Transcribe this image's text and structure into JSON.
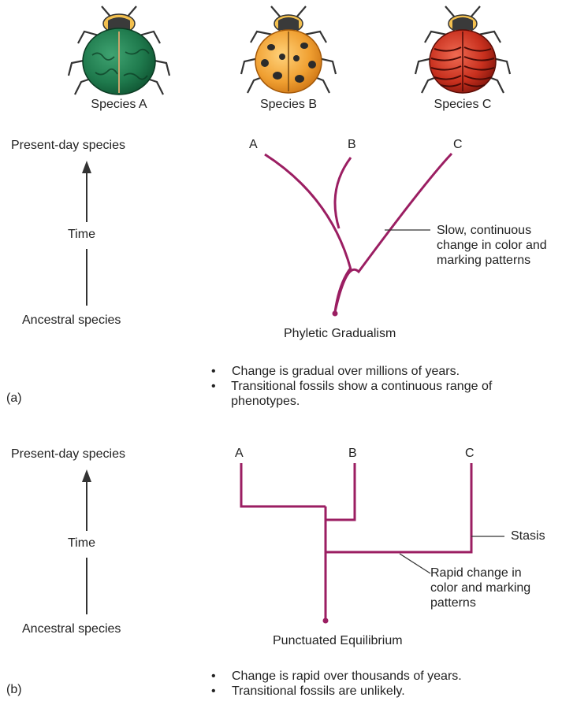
{
  "species": [
    {
      "label": "Species A",
      "shell": "#1f7a4d",
      "shell_dark": "#0d4f2e",
      "accent": "#c9a36b"
    },
    {
      "label": "Species B",
      "shell": "#f0a032",
      "shell_dark": "#d07812",
      "spots": "#2b2b2b"
    },
    {
      "label": "Species C",
      "shell": "#c8301e",
      "shell_dark": "#7a120a",
      "stripes": "#4a0a06"
    }
  ],
  "beetle_head_color": "#f3c04f",
  "branch_color": "#9b1e62",
  "panel_a": {
    "axis_top": "Present-day species",
    "axis_mid": "Time",
    "axis_bottom": "Ancestral species",
    "tip_labels": [
      "A",
      "B",
      "C"
    ],
    "annotation": "Slow, continuous change in color and marking patterns",
    "title": "Phyletic Gradualism",
    "panel_letter": "(a)",
    "bullets": [
      "Change is gradual over millions of years.",
      "Transitional fossils show a continuous range of phenotypes."
    ]
  },
  "panel_b": {
    "axis_top": "Present-day species",
    "axis_mid": "Time",
    "axis_bottom": "Ancestral species",
    "tip_labels": [
      "A",
      "B",
      "C"
    ],
    "annotation_stasis": "Stasis",
    "annotation_rapid": "Rapid change in color and marking patterns",
    "title": "Punctuated Equilibrium",
    "panel_letter": "(b)",
    "bullets": [
      "Change is rapid over thousands of years.",
      "Transitional fossils are unlikely."
    ]
  }
}
